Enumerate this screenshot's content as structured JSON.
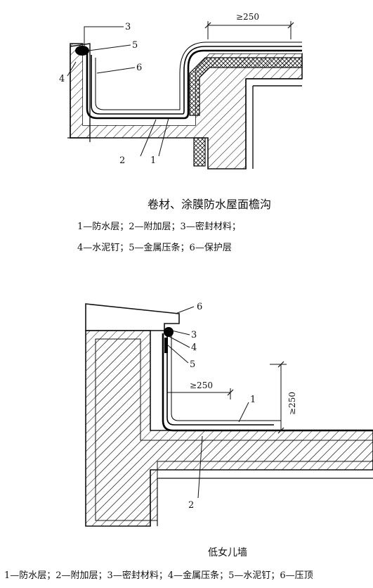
{
  "top_diagram": {
    "title": "卷材、涂膜防水屋面檐沟",
    "legend_line1": "1—防水层；2—附加层；3—密封材料；",
    "legend_line2": "4—水泥钉；5—金属压条；6—保护层",
    "dim_label": "≥250",
    "labels": {
      "n1": "1",
      "n2": "2",
      "n3": "3",
      "n4": "4",
      "n5": "5",
      "n6": "6"
    }
  },
  "bottom_diagram": {
    "title": "低女儿墙",
    "legend": "1—防水层；2—附加层；3—密封材料；4—金属压条；5—水泥钉；6—压顶",
    "dim_horizontal": "≥250",
    "dim_vertical": "≥250",
    "labels": {
      "n1": "1",
      "n2": "2",
      "n3": "3",
      "n4": "4",
      "n5": "5",
      "n6": "6"
    }
  }
}
